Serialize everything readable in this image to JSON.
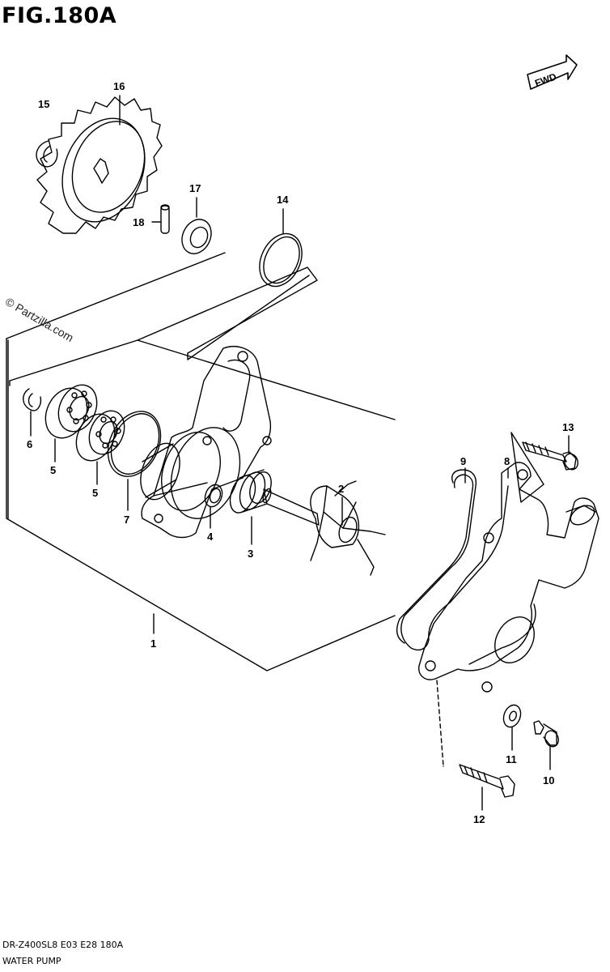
{
  "figure": {
    "title": "FIG.180A",
    "footer_code": "DR-Z400SL8  E03  E28  180A",
    "footer_title": "WATER PUMP",
    "watermark": "© Partzilla.com",
    "fwd_label": "FWD"
  },
  "callouts": [
    {
      "id": "1",
      "label": "1"
    },
    {
      "id": "2",
      "label": "2"
    },
    {
      "id": "3",
      "label": "3"
    },
    {
      "id": "4",
      "label": "4"
    },
    {
      "id": "5a",
      "label": "5"
    },
    {
      "id": "5b",
      "label": "5"
    },
    {
      "id": "6",
      "label": "6"
    },
    {
      "id": "7",
      "label": "7"
    },
    {
      "id": "8",
      "label": "8"
    },
    {
      "id": "9",
      "label": "9"
    },
    {
      "id": "10",
      "label": "10"
    },
    {
      "id": "11",
      "label": "11"
    },
    {
      "id": "12",
      "label": "12"
    },
    {
      "id": "13",
      "label": "13"
    },
    {
      "id": "14",
      "label": "14"
    },
    {
      "id": "15",
      "label": "15"
    },
    {
      "id": "16",
      "label": "16"
    },
    {
      "id": "17",
      "label": "17"
    },
    {
      "id": "18",
      "label": "18"
    }
  ]
}
